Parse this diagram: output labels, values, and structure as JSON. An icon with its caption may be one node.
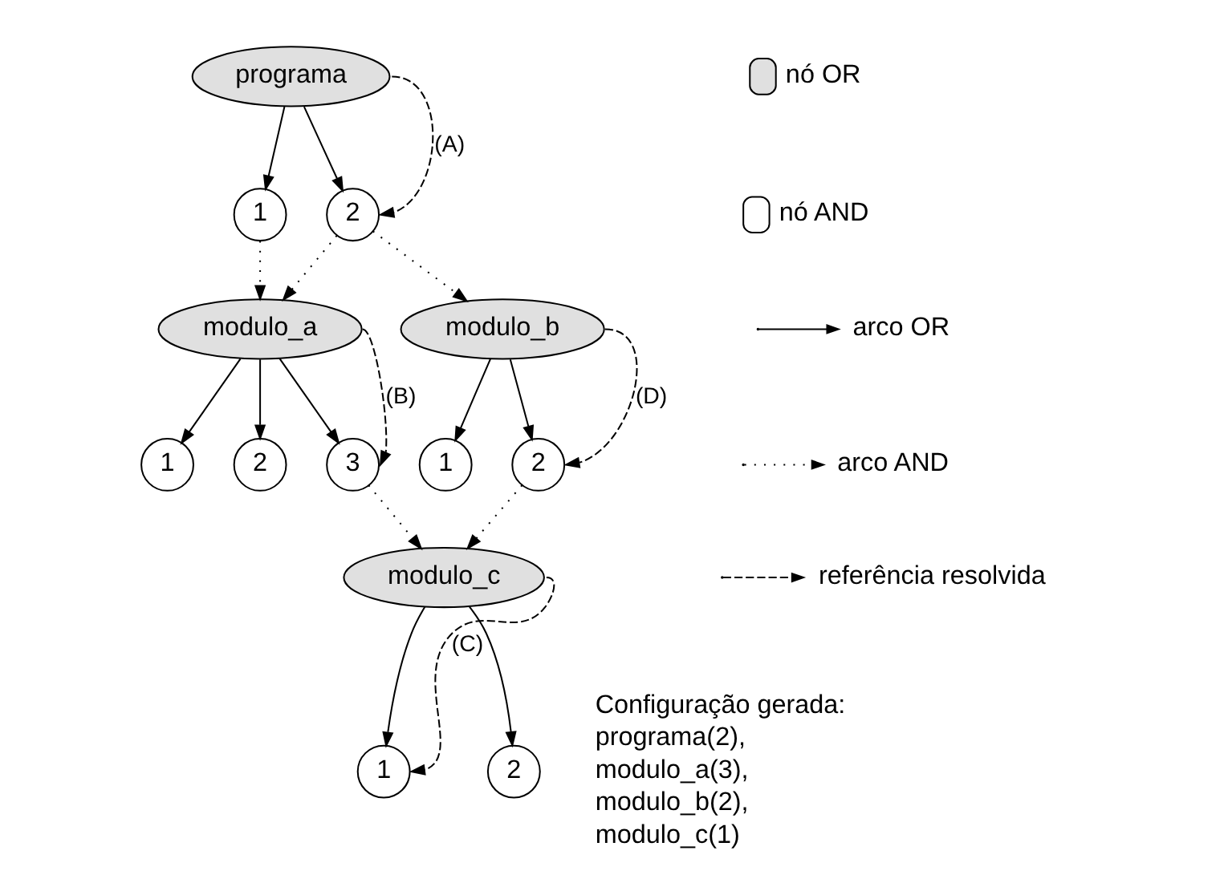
{
  "diagram": {
    "nodes": [
      {
        "text": [
          "programa"
        ]
      },
      {
        "text": [
          "1"
        ]
      },
      {
        "text": [
          "2"
        ]
      },
      {
        "text": [
          "modulo_a"
        ]
      },
      {
        "text": [
          "modulo_b"
        ]
      },
      {
        "text": [
          "1"
        ]
      },
      {
        "text": [
          "2"
        ]
      },
      {
        "text": [
          "3"
        ]
      },
      {
        "text": [
          "1"
        ]
      },
      {
        "text": [
          "2"
        ]
      },
      {
        "text": [
          "modulo_c"
        ]
      },
      {
        "text": [
          "1"
        ]
      },
      {
        "text": [
          "2"
        ]
      }
    ],
    "edges": [
      {
        "from": 0,
        "to": 1,
        "arrow": "to"
      },
      {
        "from": 0,
        "to": 2,
        "arrow": "to"
      },
      {
        "from": 0,
        "to": 2,
        "arrow": "to",
        "style": "dashed",
        "label": "(A)"
      },
      {
        "from": 1,
        "to": 3,
        "arrow": "to",
        "style": "dashed"
      },
      {
        "from": 2,
        "to": 3,
        "arrow": "to",
        "style": "dashed"
      },
      {
        "from": 2,
        "to": 4,
        "arrow": "to",
        "style": "dashed"
      },
      {
        "from": 3,
        "to": 5,
        "arrow": "to"
      },
      {
        "from": 3,
        "to": 6,
        "arrow": "to"
      },
      {
        "from": 3,
        "to": 7,
        "arrow": "to"
      },
      {
        "from": 3,
        "to": 7,
        "arrow": "to",
        "style": "dashed",
        "label": "(B)"
      },
      {
        "from": 4,
        "to": 8,
        "arrow": "to"
      },
      {
        "from": 4,
        "to": 9,
        "arrow": "to"
      },
      {
        "from": 4,
        "to": 9,
        "arrow": "to",
        "style": "dashed",
        "label": "(D)"
      },
      {
        "from": 7,
        "to": 10,
        "arrow": "to",
        "style": "dashed"
      },
      {
        "from": 9,
        "to": 10,
        "arrow": "to",
        "style": "dashed"
      },
      {
        "from": 10,
        "to": 11,
        "arrow": "to"
      },
      {
        "from": 10,
        "to": 12,
        "arrow": "to"
      },
      {
        "from": 10,
        "to": 11,
        "arrow": "to",
        "style": "dashed",
        "label": "(C)"
      }
    ],
    "labels": [
      "Configuração gerada:",
      "programa(2),",
      "modulo_a(3),",
      "modulo_b(2),",
      "modulo_c(1)"
    ],
    "legend": [
      {
        "text": "nó OR",
        "color": "#e0e0e0"
      },
      {
        "text": "nó AND",
        "color": "#ffffff"
      },
      {
        "text": "arco OR"
      },
      {
        "text": "arco AND"
      },
      {
        "text": "referência resolvida"
      }
    ]
  }
}
